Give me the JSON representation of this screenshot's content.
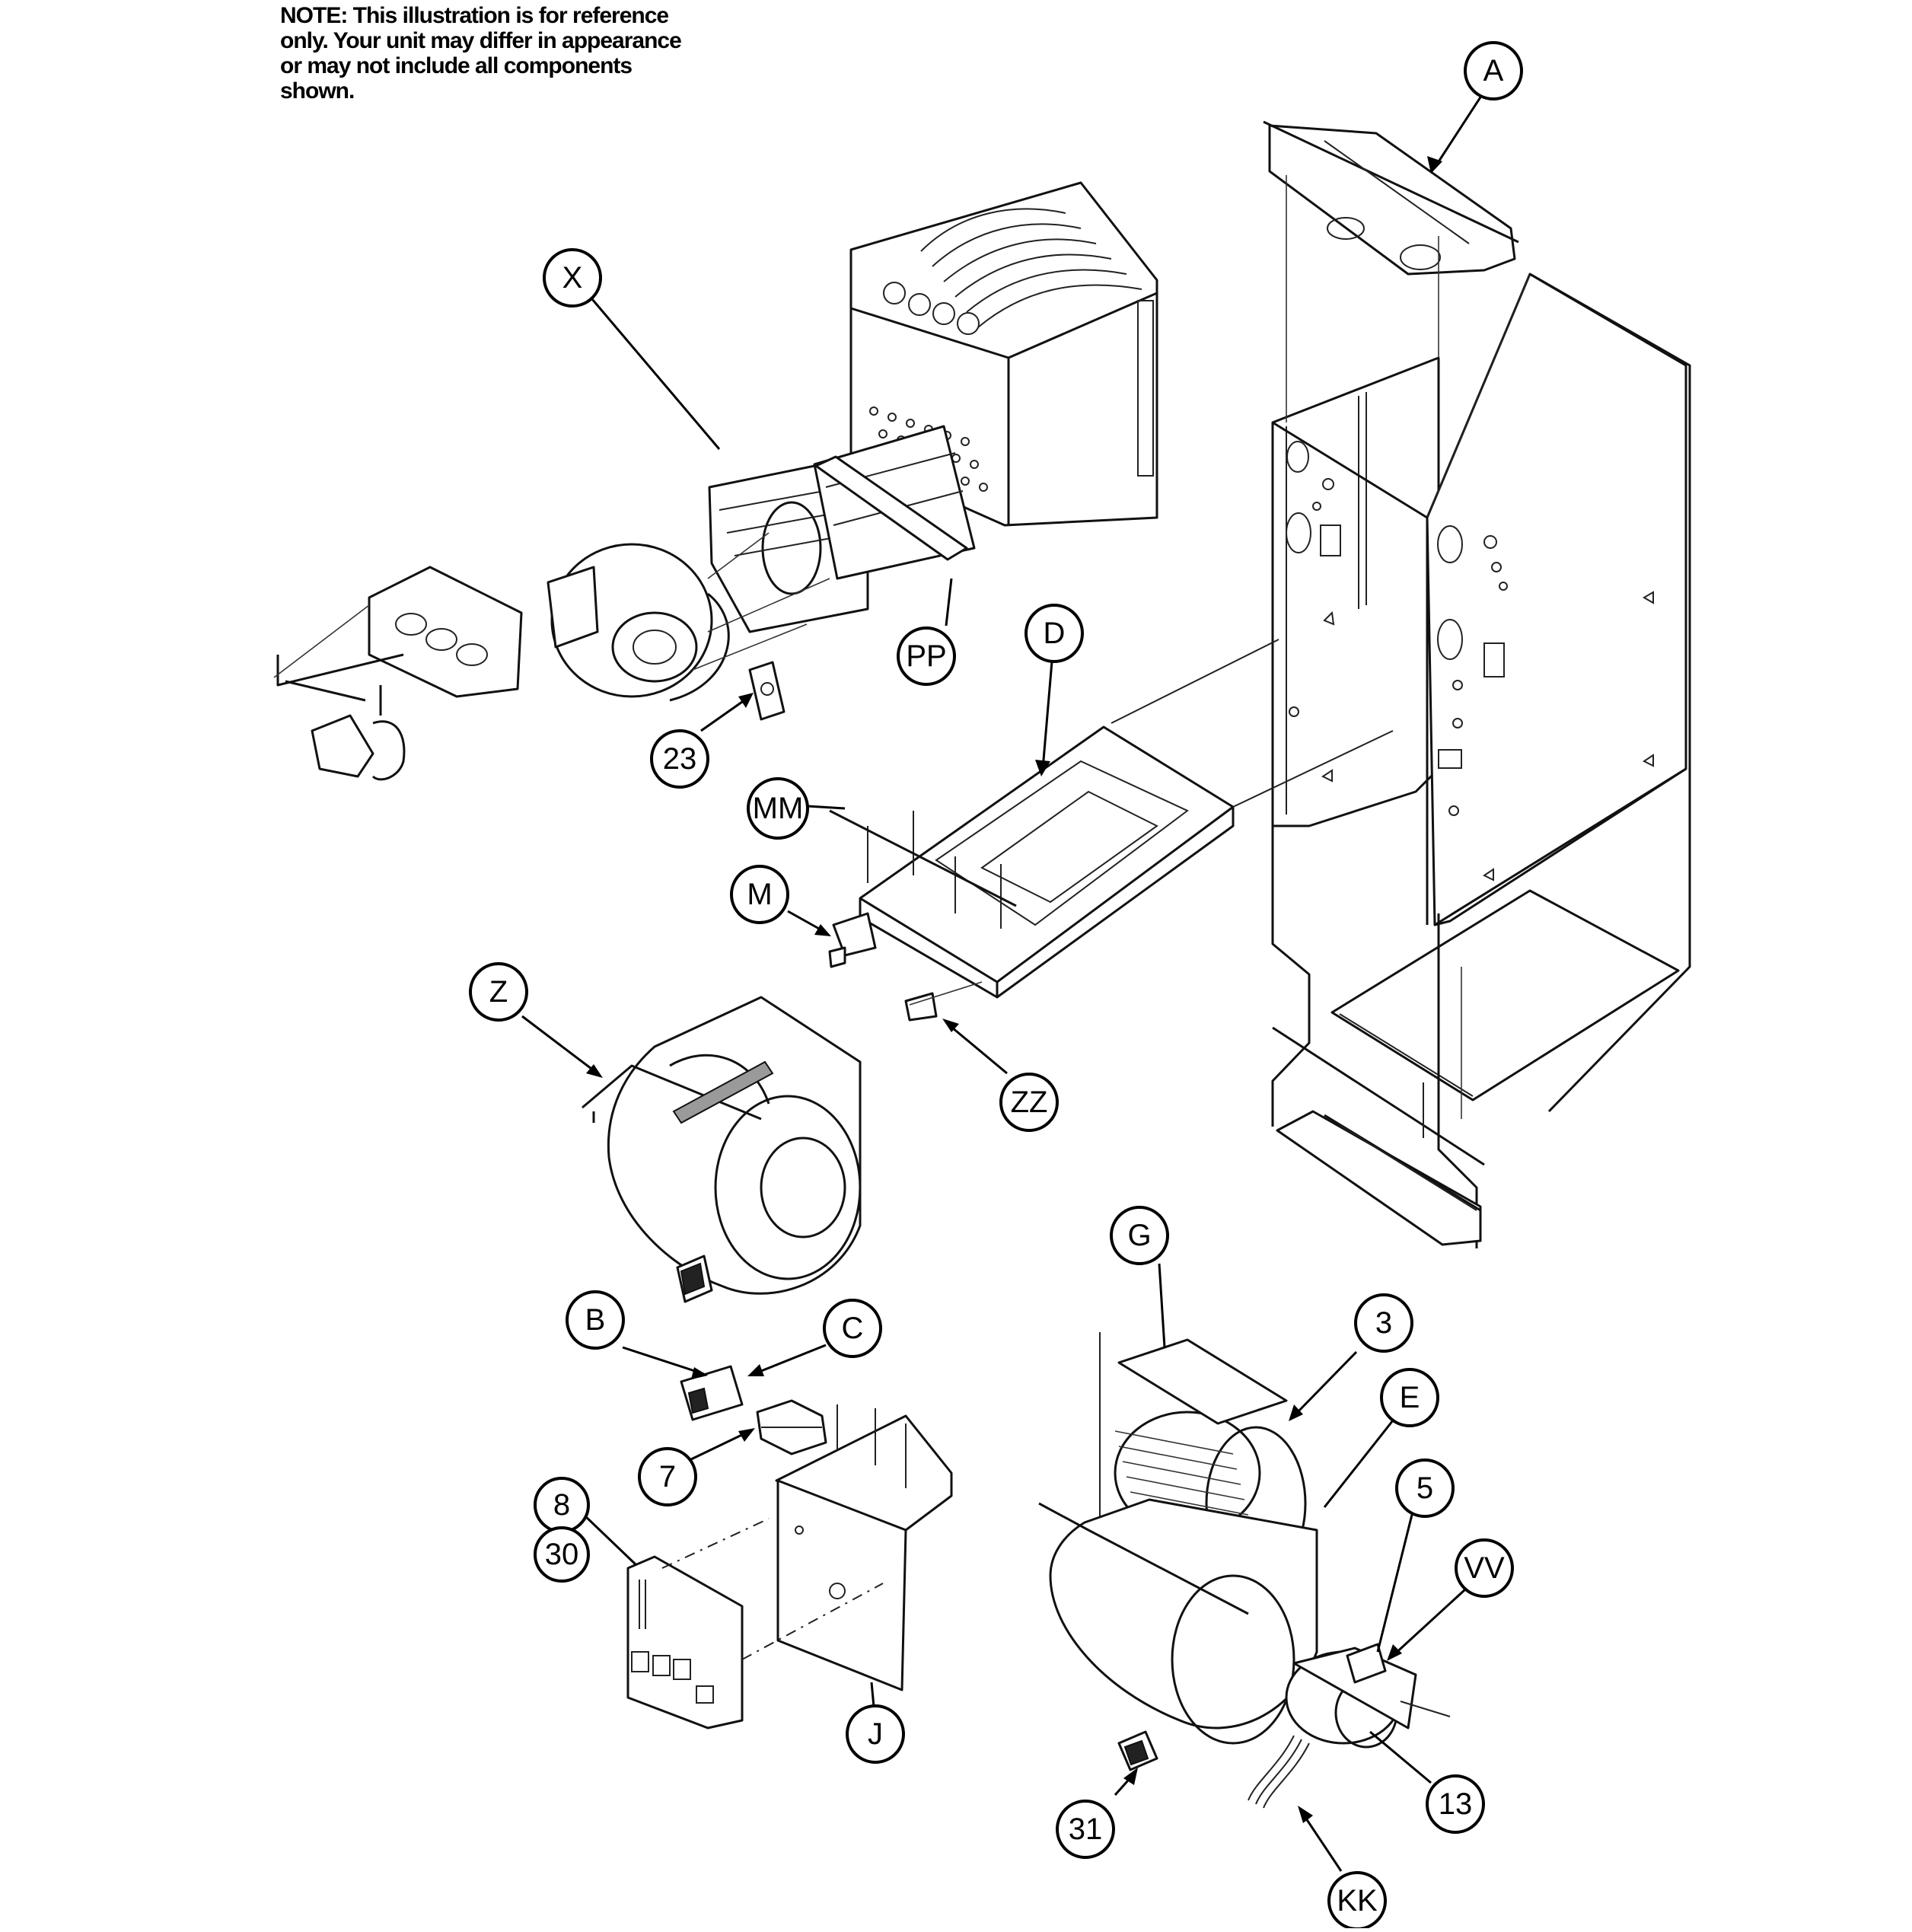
{
  "note": "NOTE: This illustration is for reference only. Your unit may differ in appearance or may not include all components shown.",
  "callouts": [
    "A",
    "X",
    "PP",
    "D",
    "23",
    "MM",
    "M",
    "Z",
    "ZZ",
    "G",
    "3",
    "E",
    "B",
    "C",
    "7",
    "5",
    "8",
    "30",
    "VV",
    "J",
    "13",
    "31",
    "KK"
  ],
  "diagram_type": "exploded parts diagram"
}
